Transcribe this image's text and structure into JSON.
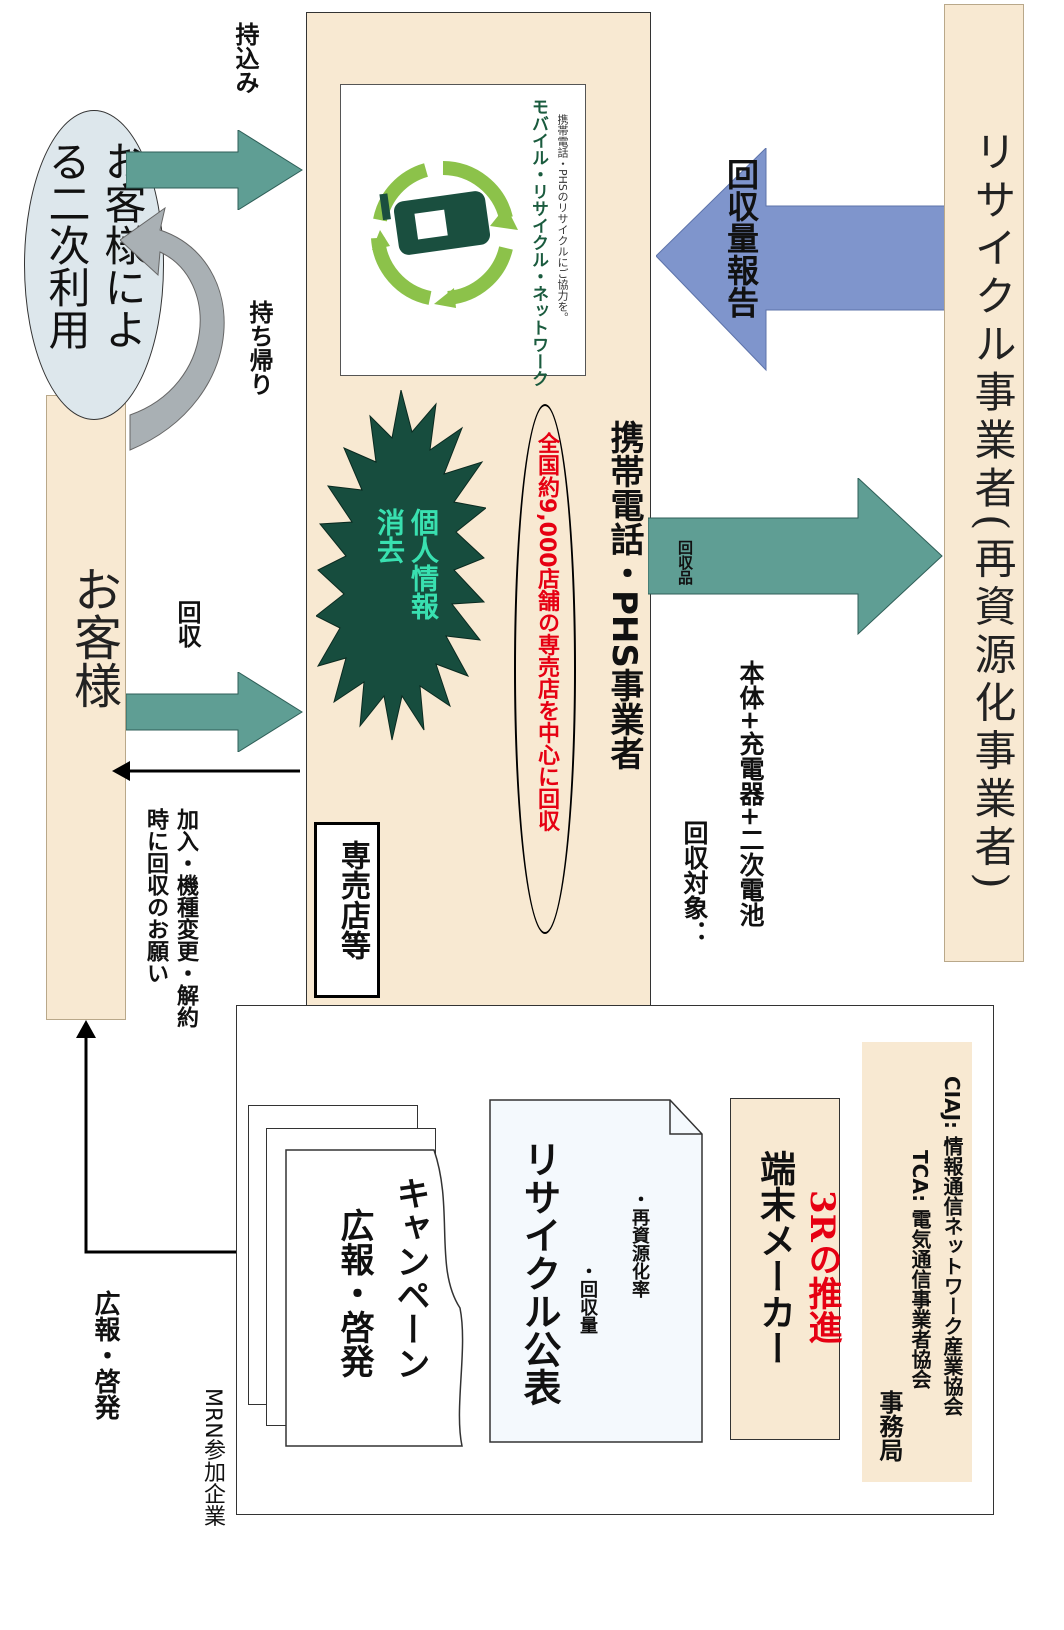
{
  "diagram": {
    "customer": {
      "label": "お客様",
      "secondary_use": "お客様による二次利用",
      "take_home": "持ち帰り",
      "bring_in": "持込み",
      "collection": "回収"
    },
    "request_note": "加入・機種変更・解約時に回収のお願い",
    "pr_label": "広報・啓発",
    "shop": {
      "title": "専売店等",
      "privacy": "個人情報消去",
      "nationwide": "全国約9,000店舗の専売店を中心に回収",
      "operators": "携帯電話・PHS事業者"
    },
    "mrn_logo": {
      "name": "モバイル・リサイクル・ネットワーク",
      "tagline": "携帯電話・PHSのリサイクルにご協力を。"
    },
    "report": "回収量報告",
    "collected_items": "回収品",
    "collection_target_heading": "回収対象：",
    "collection_target_items": "本体+充電器+二次電池",
    "recycler": "リサイクル事業者(再資源化事業者)",
    "mrn_box": {
      "label": "MRN参加企業",
      "campaign_line1": "広報・啓発",
      "campaign_line2": "キャンペーン",
      "publication_title": "リサイクル公表",
      "publication_item1": "・回収量",
      "publication_item2": "・再資源化率",
      "maker_title": "端末メーカー",
      "maker_sub": "3Rの推進",
      "secretariat_title": "事務局",
      "secretariat_tca": "TCA:  電気通信事業者協会",
      "secretariat_ciaj": "CIAJ:  情報通信ネットワーク産業協会"
    }
  },
  "colors": {
    "beige": "#f8e9d2",
    "arrow_green": "#5f9e94",
    "arrow_blue": "#7f95cc",
    "starburst": "#174d3e",
    "red": "#e60012",
    "ellipse": "#dde7ec"
  }
}
